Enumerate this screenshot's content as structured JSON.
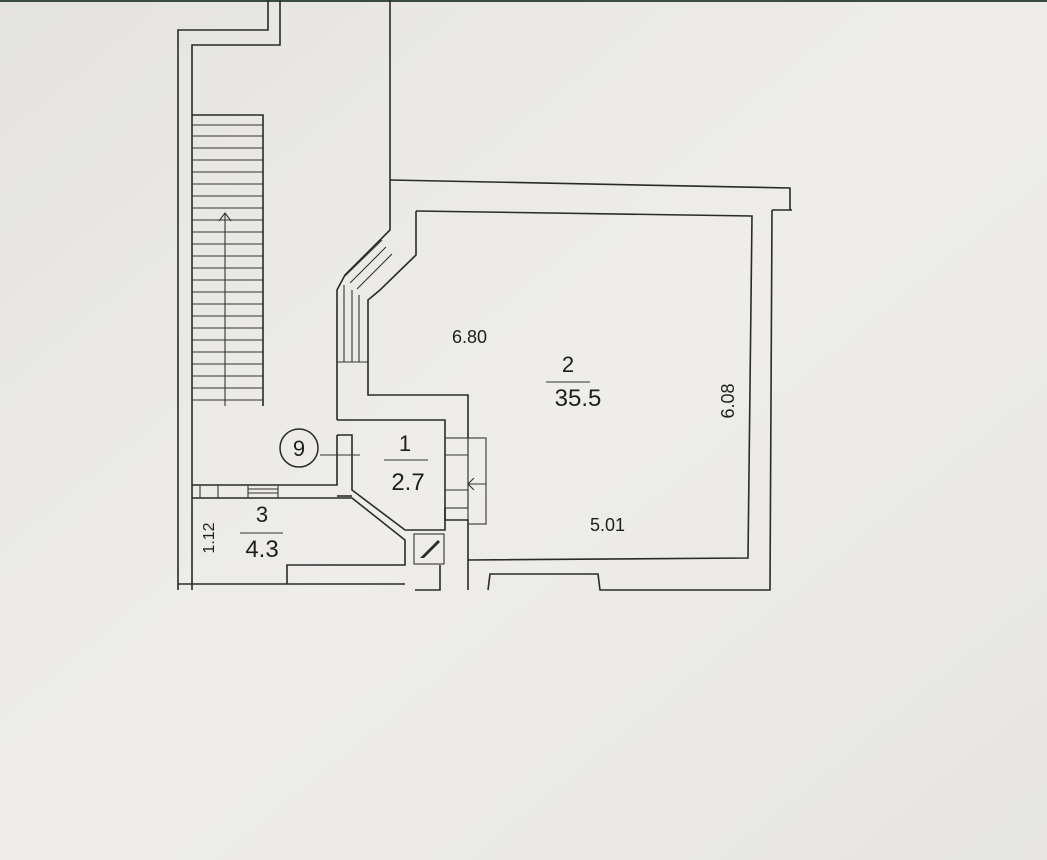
{
  "rooms": [
    {
      "number": "1",
      "area": "2.7"
    },
    {
      "number": "2",
      "area": "35.5"
    },
    {
      "number": "3",
      "area": "4.3"
    }
  ],
  "dimensions": {
    "room2_top": "6.80",
    "room2_right": "6.08",
    "room2_bottom": "5.01",
    "room3_left": "1.12"
  },
  "marker": {
    "label": "9"
  },
  "colors": {
    "paper": "#efeeeb",
    "line": "#2a2a2a",
    "background": "#d6d5d2"
  }
}
